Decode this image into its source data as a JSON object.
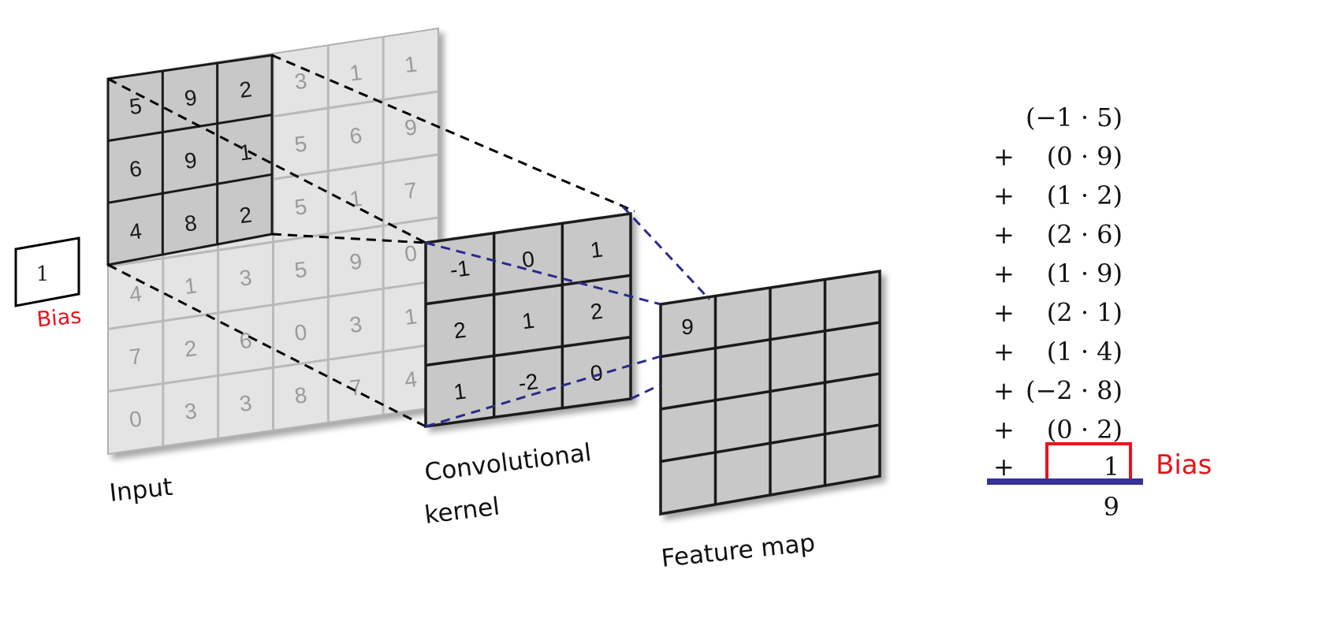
{
  "input": {
    "label": "Input",
    "grid": [
      [
        "5",
        "9",
        "2",
        "3",
        "1",
        "1"
      ],
      [
        "6",
        "9",
        "1",
        "5",
        "6",
        "9"
      ],
      [
        "4",
        "8",
        "2",
        "5",
        "1",
        "7"
      ],
      [
        "4",
        "1",
        "3",
        "5",
        "9",
        "0"
      ],
      [
        "7",
        "2",
        "6",
        "0",
        "3",
        "1"
      ],
      [
        "0",
        "3",
        "3",
        "8",
        "7",
        "4"
      ]
    ]
  },
  "kernel": {
    "label_line1": "Convolutional",
    "label_line2": "kernel",
    "grid": [
      [
        "-1",
        "0",
        "1"
      ],
      [
        "2",
        "1",
        "2"
      ],
      [
        "1",
        "-2",
        "0"
      ]
    ]
  },
  "feature_map": {
    "label": "Feature map",
    "first_value": "9"
  },
  "bias_box": {
    "value": "1",
    "label": "Bias"
  },
  "equation": {
    "lines": [
      {
        "op": "",
        "term": "(−1 · 5)"
      },
      {
        "op": "+",
        "term": "(0 · 9)"
      },
      {
        "op": "+",
        "term": "(1 · 2)"
      },
      {
        "op": "+",
        "term": "(2 · 6)"
      },
      {
        "op": "+",
        "term": "(1 · 9)"
      },
      {
        "op": "+",
        "term": "(2 · 1)"
      },
      {
        "op": "+",
        "term": "(1 · 4)"
      },
      {
        "op": "+",
        "term": "(−2 · 8)"
      },
      {
        "op": "+",
        "term": "(0 · 2)"
      }
    ],
    "bias_op": "+",
    "bias_value": "1",
    "bias_label": "Bias",
    "result": "9"
  },
  "colors": {
    "grid_light": "#e4e4e4",
    "grid_light_line": "#b9b9b9",
    "grid_dark": "#c8c8c8",
    "grid_dark_line": "#1a1a1a",
    "dashed_black": "#000000",
    "dashed_blue": "#2a2a8a",
    "bias_red": "#e8141a",
    "sum_line_blue": "#33339a"
  }
}
